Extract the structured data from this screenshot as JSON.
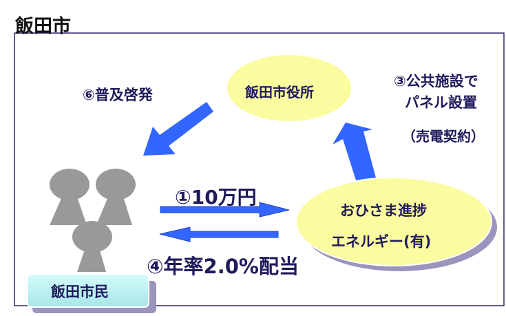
{
  "title": "飯田市",
  "city_hall": "飯田市役所",
  "promotion": "⑥普及啓発",
  "panel_line1": "③公共施設で",
  "panel_line2": "パネル設置",
  "contract": "（売電契約）",
  "investment": "①10万円",
  "dividend": "④年率2.0%配当",
  "company_line1": "おひさま進捗",
  "company_line2": "エネルギー(有)",
  "citizens": "飯田市民",
  "colors": {
    "text": "#1e1a5c",
    "arrow": "#3366ff",
    "ellipse": "#fbfba0",
    "person": "#999999",
    "shadow": "#9b94bd"
  }
}
